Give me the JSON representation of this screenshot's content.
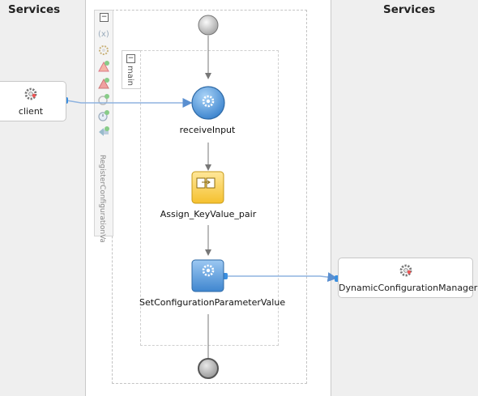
{
  "left_lane": {
    "title": "Services"
  },
  "right_lane": {
    "title": "Services"
  },
  "services": {
    "client": {
      "label": "client",
      "icon": "gear-icon"
    },
    "dynamic_config": {
      "label": "DynamicConfigurationManager",
      "icon": "gear-icon"
    }
  },
  "process": {
    "name": "RegisterConfigurationValue",
    "scope_name": "main"
  },
  "activities": {
    "receive": {
      "label": "receiveInput",
      "icon": "receive-gear-icon"
    },
    "assign": {
      "label": "Assign_KeyValue_pair",
      "icon": "assign-icon"
    },
    "invoke": {
      "label": "SetConfigurationParameterValue",
      "icon": "invoke-gear-icon"
    }
  },
  "colors": {
    "lane_bg": "#efefef",
    "receive_blue": "#4a90d9",
    "assign_yellow": "#ffd24a",
    "invoke_blue": "#5a9ee0",
    "link_blue": "#6a9fd8"
  }
}
